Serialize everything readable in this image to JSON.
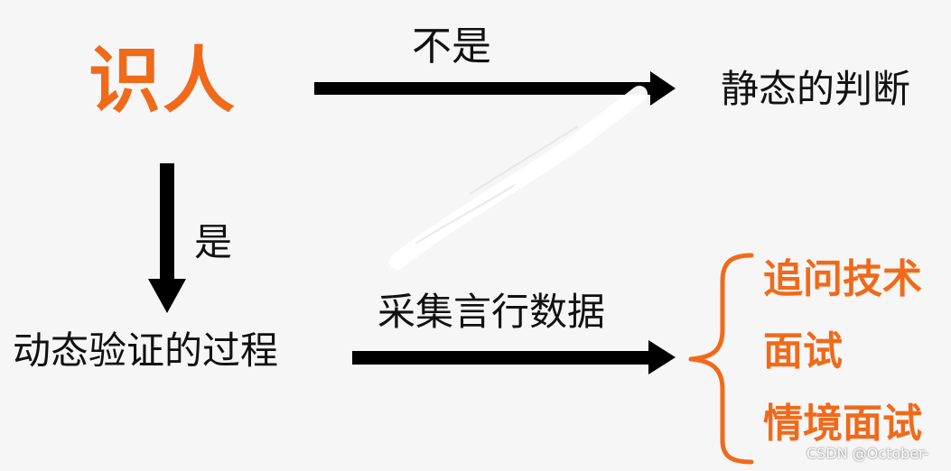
{
  "nodes": {
    "shiren": "识人",
    "bushi": "不是",
    "jingtai": "静态的判断",
    "shi": "是",
    "dongtai": "动态验证的过程",
    "caiji": "采集言行数据",
    "zhuiwen": "追问技术",
    "mianshi": "面试",
    "qingjing": "情境面试"
  },
  "watermark": "CSDN @October-",
  "colors": {
    "accent": "#f06a1a",
    "text": "#111111",
    "background": "#f6f6f6"
  }
}
